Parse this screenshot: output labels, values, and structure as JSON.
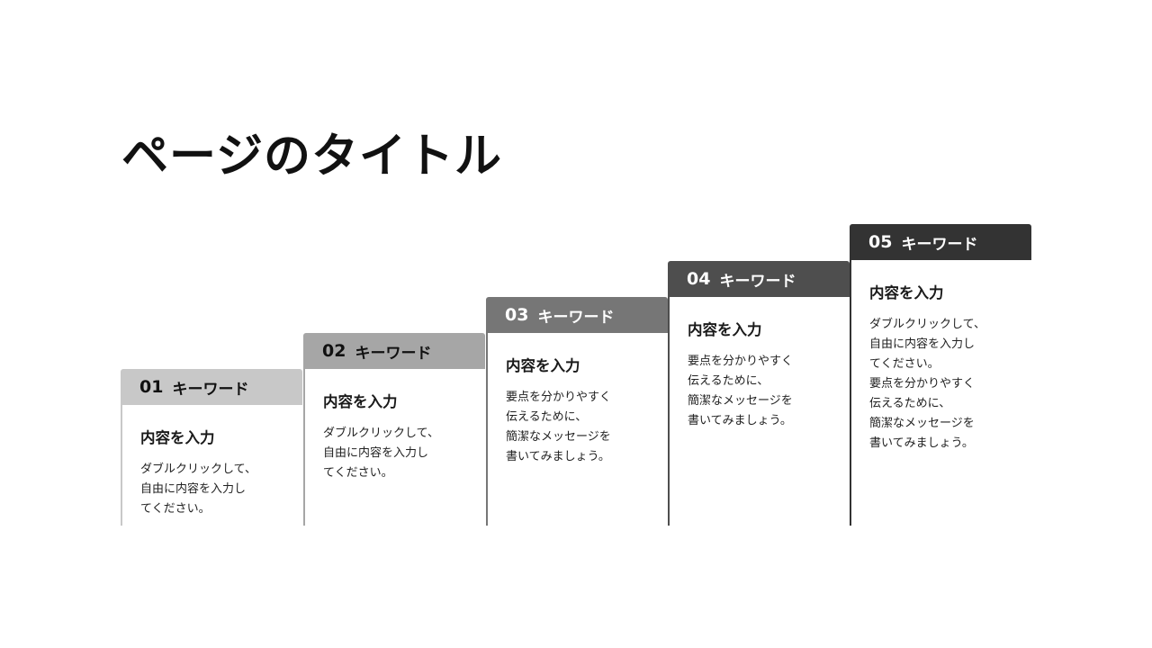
{
  "page": {
    "title": "ページのタイトル"
  },
  "steps": [
    {
      "number": "01",
      "keyword": "キーワード",
      "heading": "内容を入力",
      "text": "ダブルクリックして、\n自由に内容を入力し\nてください。",
      "header_color": "#c8c8c8",
      "header_text_color": "#111111"
    },
    {
      "number": "02",
      "keyword": "キーワード",
      "heading": "内容を入力",
      "text": "ダブルクリックして、\n自由に内容を入力し\nてください。",
      "header_color": "#a6a6a6",
      "header_text_color": "#111111"
    },
    {
      "number": "03",
      "keyword": "キーワード",
      "heading": "内容を入力",
      "text": "要点を分かりやすく\n伝えるために、\n簡潔なメッセージを\n書いてみましょう。",
      "header_color": "#767676",
      "header_text_color": "#ffffff"
    },
    {
      "number": "04",
      "keyword": "キーワード",
      "heading": "内容を入力",
      "text": "要点を分かりやすく\n伝えるために、\n簡潔なメッセージを\n書いてみましょう。",
      "header_color": "#4e4e4e",
      "header_text_color": "#ffffff"
    },
    {
      "number": "05",
      "keyword": "キーワード",
      "heading": "内容を入力",
      "text": "ダブルクリックして、\n自由に内容を入力し\nてください。\n要点を分かりやすく\n伝えるために、\n簡潔なメッセージを\n書いてみましょう。",
      "header_color": "#333333",
      "header_text_color": "#ffffff"
    }
  ]
}
